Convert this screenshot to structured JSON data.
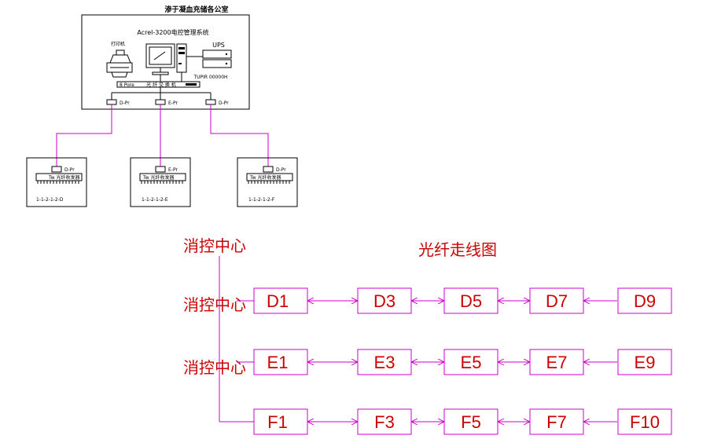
{
  "top_system": {
    "title": "渗于凝血充储各公室",
    "system_label": "Acrel-3200电控管理系统",
    "printer_label": "打印机",
    "ups_label": "UPS",
    "ups_sub_label": "TUPIR 00000H",
    "switch_label": "光 纤 交 换 机",
    "switch_left_label": "8 Pore",
    "converter_labels": [
      "D-Pr",
      "E-Pr",
      "D-Pr"
    ]
  },
  "field_boxes": [
    {
      "device_label": "Tw 光纤收发器",
      "port_label": "D-Pr",
      "footer": "1-1-2-1-2-D"
    },
    {
      "device_label": "Tw 光纤收发器",
      "port_label": "E-Pr",
      "footer": "1-1-2-1-2-E"
    },
    {
      "device_label": "Tw 光纤收发器",
      "port_label": "D-Pr",
      "footer": "1-1-2-1-2-F"
    }
  ],
  "diagram": {
    "title": "光纤走线图",
    "control_center": "消控中心",
    "rows": [
      {
        "nodes": [
          "D1",
          "D3",
          "D5",
          "D7",
          "D9"
        ]
      },
      {
        "nodes": [
          "E1",
          "E3",
          "E5",
          "E7",
          "E9"
        ]
      },
      {
        "nodes": [
          "F1",
          "F3",
          "F5",
          "F7",
          "F10"
        ]
      }
    ]
  },
  "colors": {
    "line": "#cc00cc",
    "text_red": "#cc0000",
    "outline": "#000000"
  }
}
